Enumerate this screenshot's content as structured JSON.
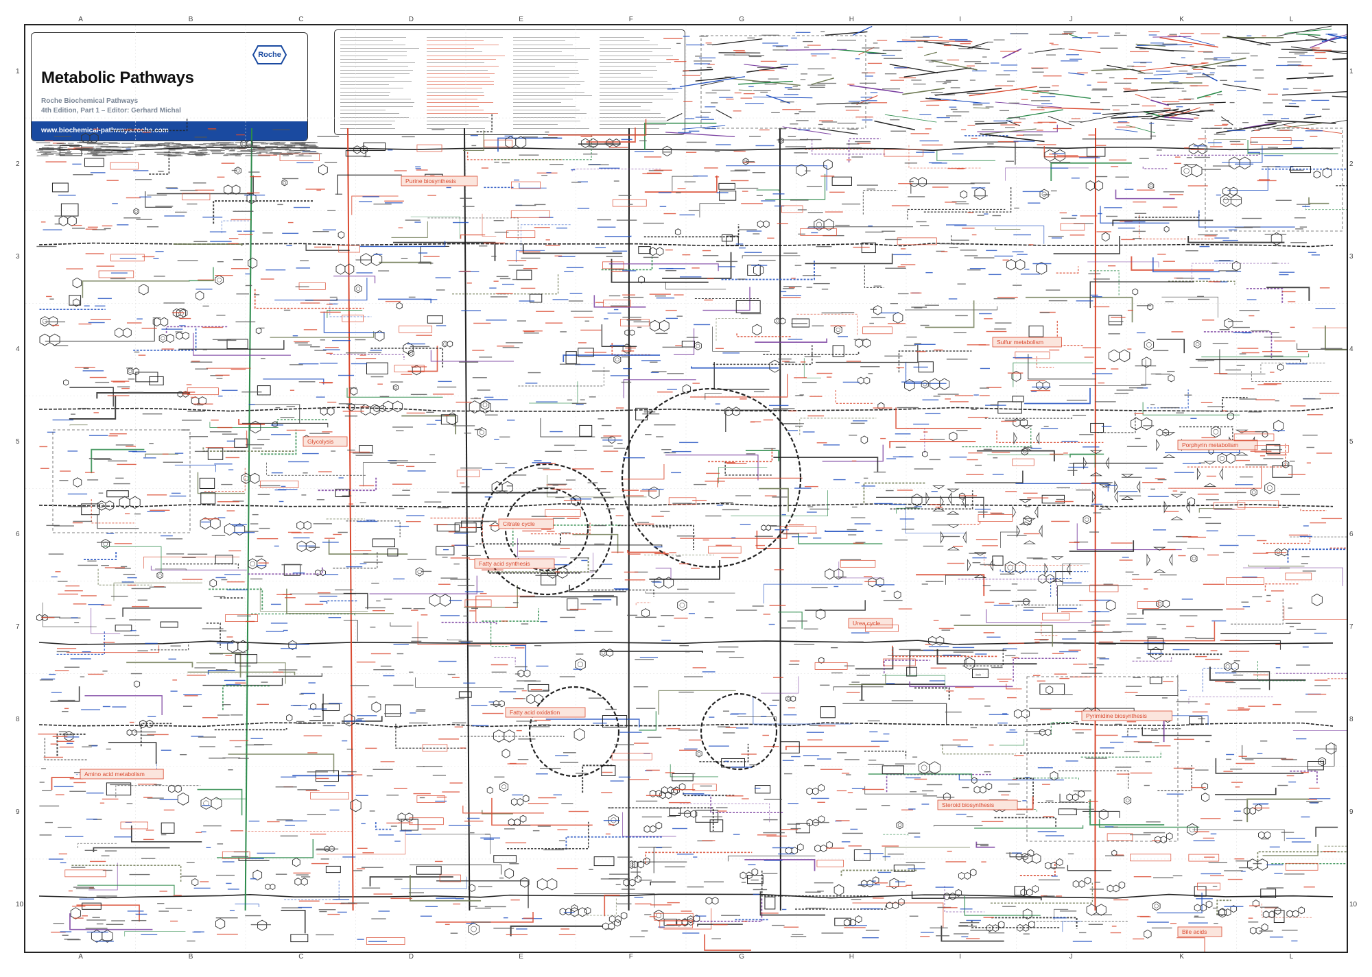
{
  "poster": {
    "title": "Metabolic Pathways",
    "subtitle_1": "Roche Biochemical Pathways",
    "subtitle_2": "4th Edition, Part 1 – Editor: Gerhard Michal",
    "url": "www.biochemical-pathways.roche.com",
    "logo_text": "Roche",
    "brand_color": "#1a4aa0"
  },
  "grid": {
    "columns": [
      "A",
      "B",
      "C",
      "D",
      "E",
      "F",
      "G",
      "H",
      "I",
      "J",
      "K",
      "L"
    ],
    "rows": [
      "1",
      "2",
      "3",
      "4",
      "5",
      "6",
      "7",
      "8",
      "9",
      "10"
    ]
  },
  "pathway_labels": [
    "Purine biosynthesis",
    "Sulfur metabolism",
    "Glycolysis",
    "Citrate cycle",
    "Urea cycle",
    "Fatty acid synthesis",
    "Fatty acid oxidation",
    "Steroid biosynthesis",
    "Porphyrin metabolism",
    "Pyrimidine biosynthesis",
    "Amino acid metabolism",
    "Bile acids"
  ],
  "colors": {
    "enzyme_red": "#d9492f",
    "cofactor_blue": "#1f4fbf",
    "pathway_box_bg": "#fbe5dd",
    "line_black": "#222222",
    "line_purple": "#7a3fa0",
    "line_green": "#2b8a4a",
    "line_olive": "#6e7a54"
  }
}
